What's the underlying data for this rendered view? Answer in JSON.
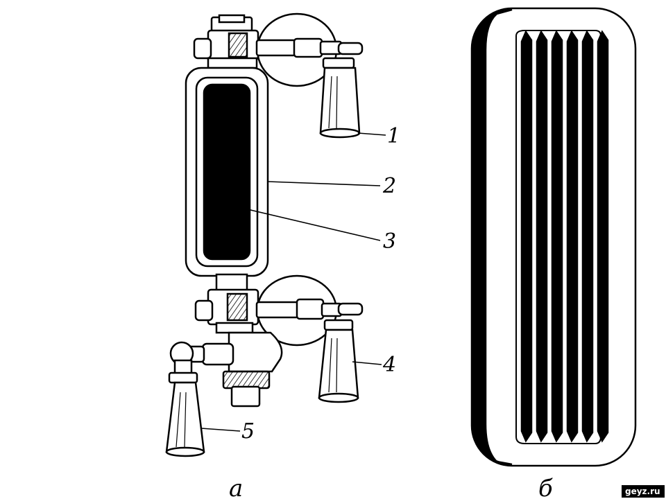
{
  "labels": {
    "one": "1",
    "two": "2",
    "three": "3",
    "four": "4",
    "five": "5"
  },
  "captions": {
    "a": "а",
    "b": "б"
  },
  "watermark": "geyz.ru",
  "colors": {
    "ink": "#000000",
    "paper": "#ffffff"
  }
}
